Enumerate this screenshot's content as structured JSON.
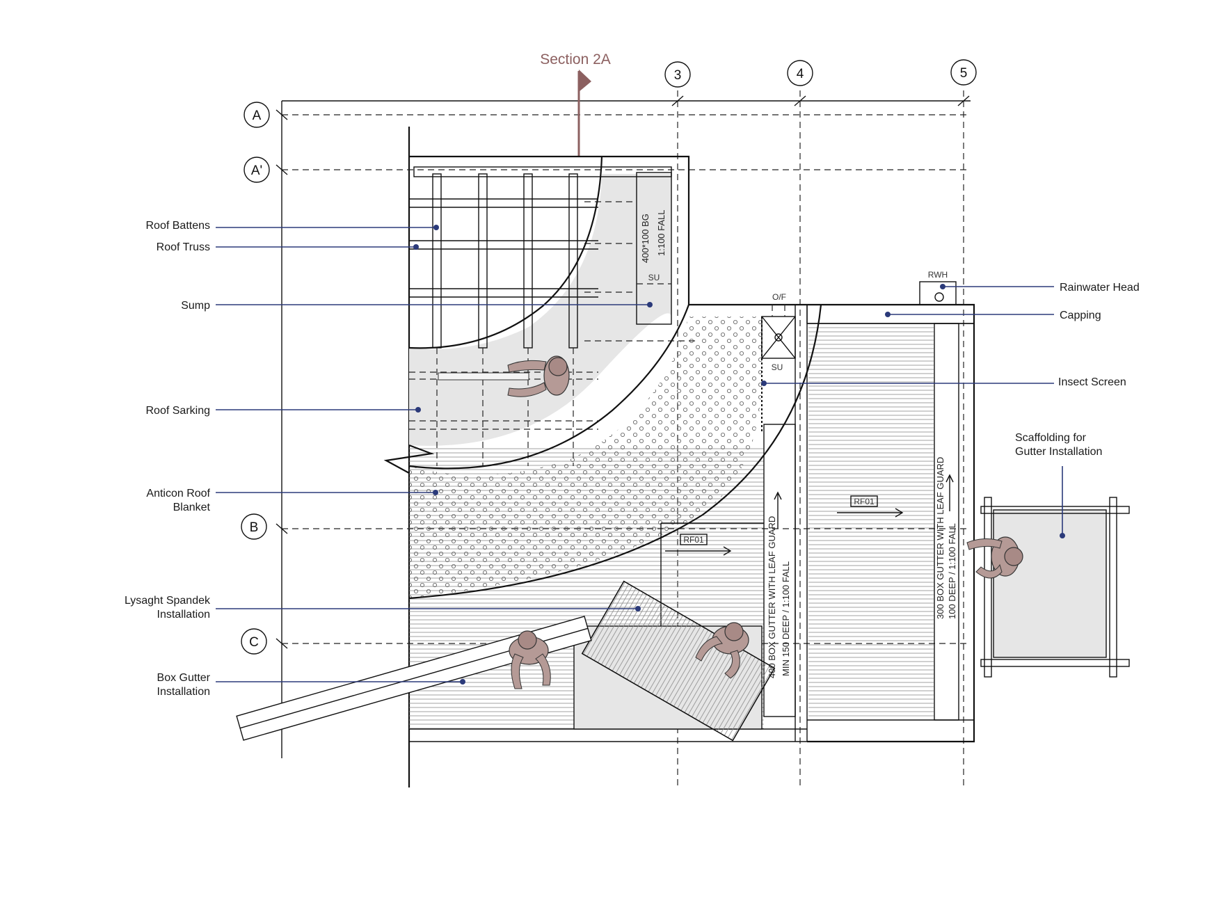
{
  "section_marker": {
    "label": "Section 2A"
  },
  "grid_lines": {
    "columns": [
      "3",
      "4",
      "5"
    ],
    "rows": [
      "A",
      "A'",
      "B",
      "C"
    ]
  },
  "callouts": {
    "roof_battens": [
      "Roof Battens"
    ],
    "roof_truss": [
      "Roof Truss"
    ],
    "sump": [
      "Sump"
    ],
    "roof_sarking": [
      "Roof Sarking"
    ],
    "anticon_blanket": [
      "Anticon Roof",
      "Blanket"
    ],
    "lysaght_spandek": [
      "Lysaght Spandek",
      "Installation"
    ],
    "box_gutter_install": [
      "Box Gutter",
      "Installation"
    ],
    "rainwater_head": [
      "Rainwater Head"
    ],
    "capping": [
      "Capping"
    ],
    "insect_screen": [
      "Insect Screen"
    ],
    "scaffolding": [
      "Scaffolding for",
      "Gutter Installation"
    ]
  },
  "tags": {
    "su_top": "SU",
    "su_lower": "SU",
    "overflow": "O/F",
    "rwh": "RWH",
    "rf01_left": "RF01",
    "rf01_right": "RF01"
  },
  "gutter_notes": {
    "bg_top_1": "400*100 BG",
    "bg_top_2": "1:100 FALL",
    "center_1": "400 BOX GUTTER WITH LEAF GUARD",
    "center_2": "MIN 150 DEEP / 1:100 FALL",
    "right_1": "300 BOX GUTTER WITH LEAF GUARD",
    "right_2": "100 DEEP / 1:100 FALL"
  },
  "colors": {
    "leader": "#2b3a7a",
    "section_marker": "#8c6060",
    "worker": "#b59a96",
    "fill_grey": "#e6e6e6"
  }
}
